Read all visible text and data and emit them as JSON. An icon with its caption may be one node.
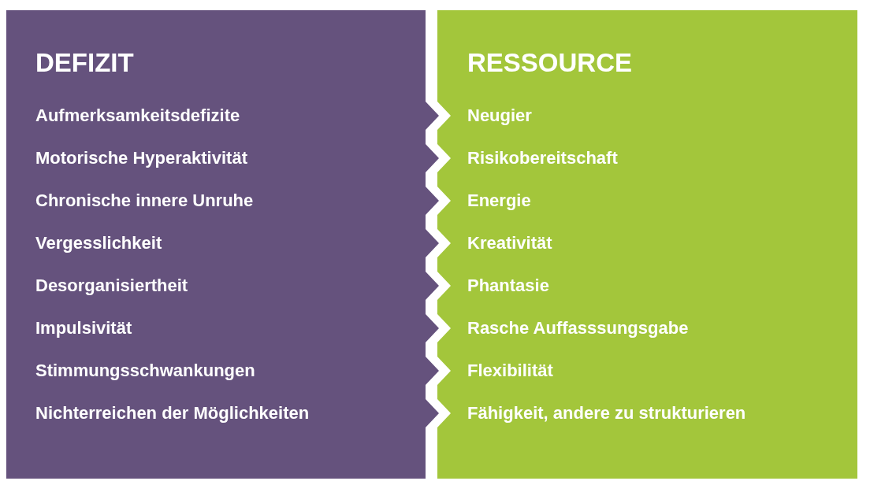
{
  "diagram": {
    "nodes": [
      {
        "text": [
          "DEFIZIT",
          "Aufmerksamkeitsdefizite",
          "Motorische Hyperaktivität",
          "Chronische innere Unruhe",
          "Vergesslichkeit",
          "Desorganisiertheit",
          "Impulsivität",
          "Stimmungsschwankungen",
          "Nichterreichen der Möglichkeiten"
        ]
      },
      {
        "text": [
          "RESSOURCE",
          "Neugier",
          "Risikobereitschaft",
          "Energie",
          "Kreativität",
          "Phantasie",
          "Rasche Auffasssungsgabe",
          "Flexibilität",
          "Fähigkeit, andere zu strukturieren"
        ]
      }
    ],
    "edges": []
  }
}
